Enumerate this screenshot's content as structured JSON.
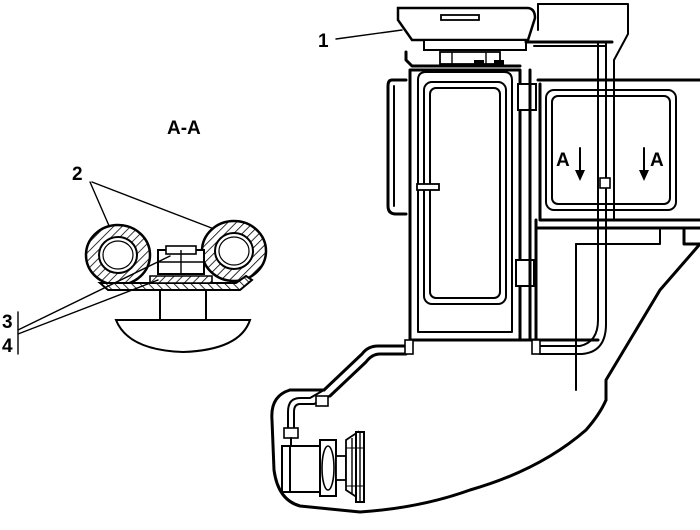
{
  "section_title": "A-A",
  "callouts": {
    "one": "1",
    "two": "2",
    "three": "3",
    "four": "4"
  },
  "section_marks": {
    "left": "A",
    "right": "A"
  }
}
